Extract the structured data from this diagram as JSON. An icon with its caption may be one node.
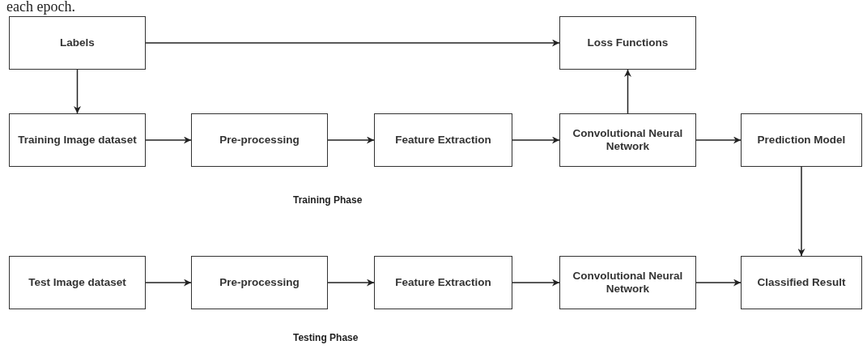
{
  "diagram": {
    "nodes": [
      {
        "text": [
          "Labels"
        ]
      },
      {
        "text": [
          "Loss Functions"
        ]
      },
      {
        "text": [
          "Training Image dataset"
        ]
      },
      {
        "text": [
          "Pre-processing"
        ]
      },
      {
        "text": [
          "Feature Extraction"
        ]
      },
      {
        "text": [
          "Convolutional Neural Network"
        ]
      },
      {
        "text": [
          "Prediction Model"
        ]
      },
      {
        "text": [
          "Test Image dataset"
        ]
      },
      {
        "text": [
          "Pre-processing"
        ]
      },
      {
        "text": [
          "Feature Extraction"
        ]
      },
      {
        "text": [
          "Convolutional Neural Network"
        ]
      },
      {
        "text": [
          "Classified Result"
        ]
      }
    ],
    "edges": [
      {
        "from": 0,
        "to": 1,
        "arrow": "to"
      },
      {
        "from": 0,
        "to": 2,
        "arrow": "to"
      },
      {
        "from": 5,
        "to": 1,
        "arrow": "to"
      },
      {
        "from": 2,
        "to": 3,
        "arrow": "to"
      },
      {
        "from": 3,
        "to": 4,
        "arrow": "to"
      },
      {
        "from": 4,
        "to": 5,
        "arrow": "to"
      },
      {
        "from": 5,
        "to": 6,
        "arrow": "to"
      },
      {
        "from": 6,
        "to": 11,
        "arrow": "to"
      },
      {
        "from": 7,
        "to": 8,
        "arrow": "to"
      },
      {
        "from": 8,
        "to": 9,
        "arrow": "to"
      },
      {
        "from": 9,
        "to": 10,
        "arrow": "to"
      },
      {
        "from": 10,
        "to": 11,
        "arrow": "to"
      }
    ],
    "labels": [
      "each epoch.",
      "Training Phase",
      "Testing Phase"
    ]
  }
}
